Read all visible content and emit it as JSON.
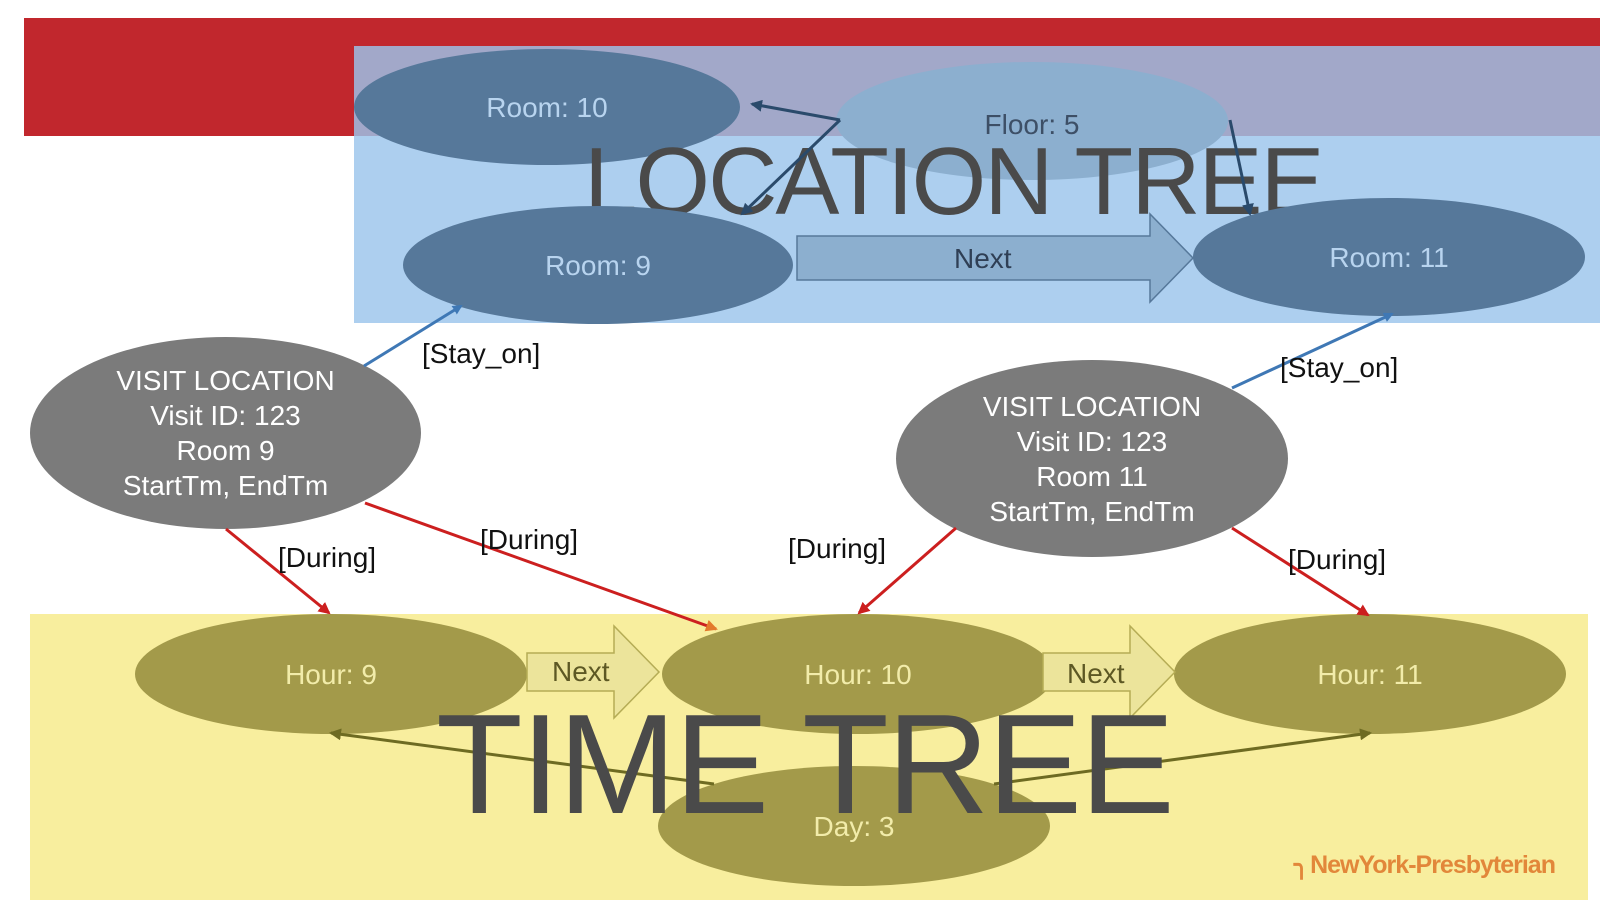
{
  "location_tree": {
    "title": "LOCATION TREE",
    "nodes": {
      "room_10": "Room: 10",
      "floor_5": "Floor: 5",
      "room_9": "Room: 9",
      "room_11": "Room: 11"
    },
    "next_label": "Next"
  },
  "visit_left": {
    "lines": [
      "VISIT LOCATION",
      "Visit ID: 123",
      "Room 9",
      "StartTm, EndTm"
    ]
  },
  "visit_right": {
    "lines": [
      "VISIT LOCATION",
      "Visit ID: 123",
      "Room 11",
      "StartTm, EndTm"
    ]
  },
  "edge_labels": {
    "stay_on_left": "[Stay_on]",
    "stay_on_right": "[Stay_on]",
    "during_1": "[During]",
    "during_2": "[During]",
    "during_3": "[During]",
    "during_4": "[During]"
  },
  "time_tree": {
    "title": "TIME TREE",
    "nodes": {
      "hour_9": "Hour: 9",
      "hour_10": "Hour: 10",
      "hour_11": "Hour: 11",
      "day_3": "Day: 3"
    },
    "next_label_1": "Next",
    "next_label_2": "Next"
  },
  "brand": {
    "name": "NewYork-Presbyterian"
  },
  "colors": {
    "red_band": "#c1272d",
    "location_band": "#9bc4eb",
    "time_band": "#f8ee9e",
    "stay_on_arrow": "#3f78b5",
    "during_arrow": "#cc1f1f",
    "time_tree_arrow": "#6e6b22",
    "location_tree_arrow": "#2a4a6b"
  }
}
